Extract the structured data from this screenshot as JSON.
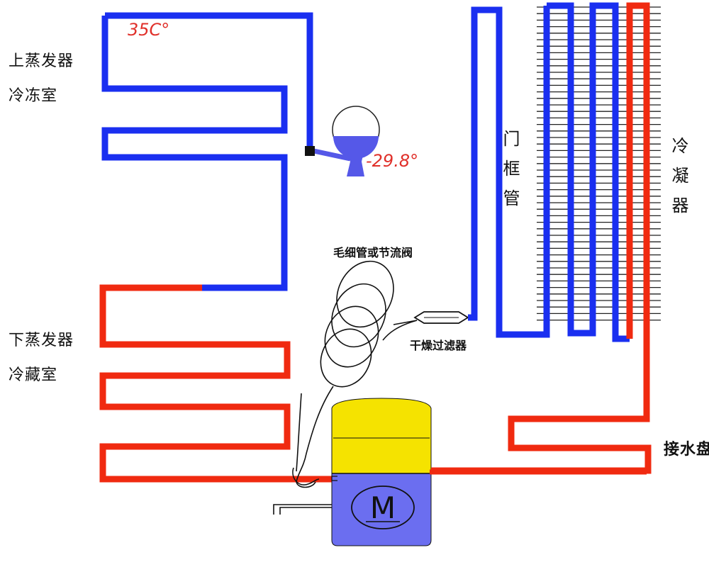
{
  "labels": {
    "upper_evaporator": "上蒸发器",
    "freezer": "冷冻室",
    "lower_evaporator": "下蒸发器",
    "refrigerator": "冷藏室",
    "capillary": "毛细管或节流阀",
    "dryer_filter": "干燥过滤器",
    "door_frame_pipe": "门框管",
    "condenser": "冷凝器",
    "drip_tray": "接水盘",
    "motor_symbol": "M"
  },
  "temperatures": {
    "top": "35C°",
    "receiver": "-29.8°"
  },
  "colors": {
    "cold_pipe": "#1a2ff0",
    "hot_pipe": "#f02a10",
    "compressor_top": "#f5e300",
    "compressor_body": "#6b6ef0",
    "liquid": "#5558e8",
    "fins": "#222222",
    "temp_text": "#e0302a"
  }
}
